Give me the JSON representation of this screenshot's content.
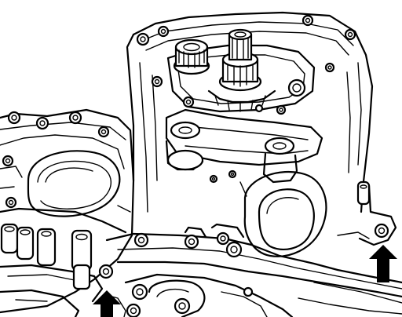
{
  "figure": {
    "type": "line-art",
    "colors": {
      "ink": "#000000",
      "paper": "#ffffff"
    },
    "callouts": [
      {
        "name": "arrow-left",
        "icon": "arrow-up-icon"
      },
      {
        "name": "arrow-right",
        "icon": "arrow-up-icon"
      }
    ]
  }
}
